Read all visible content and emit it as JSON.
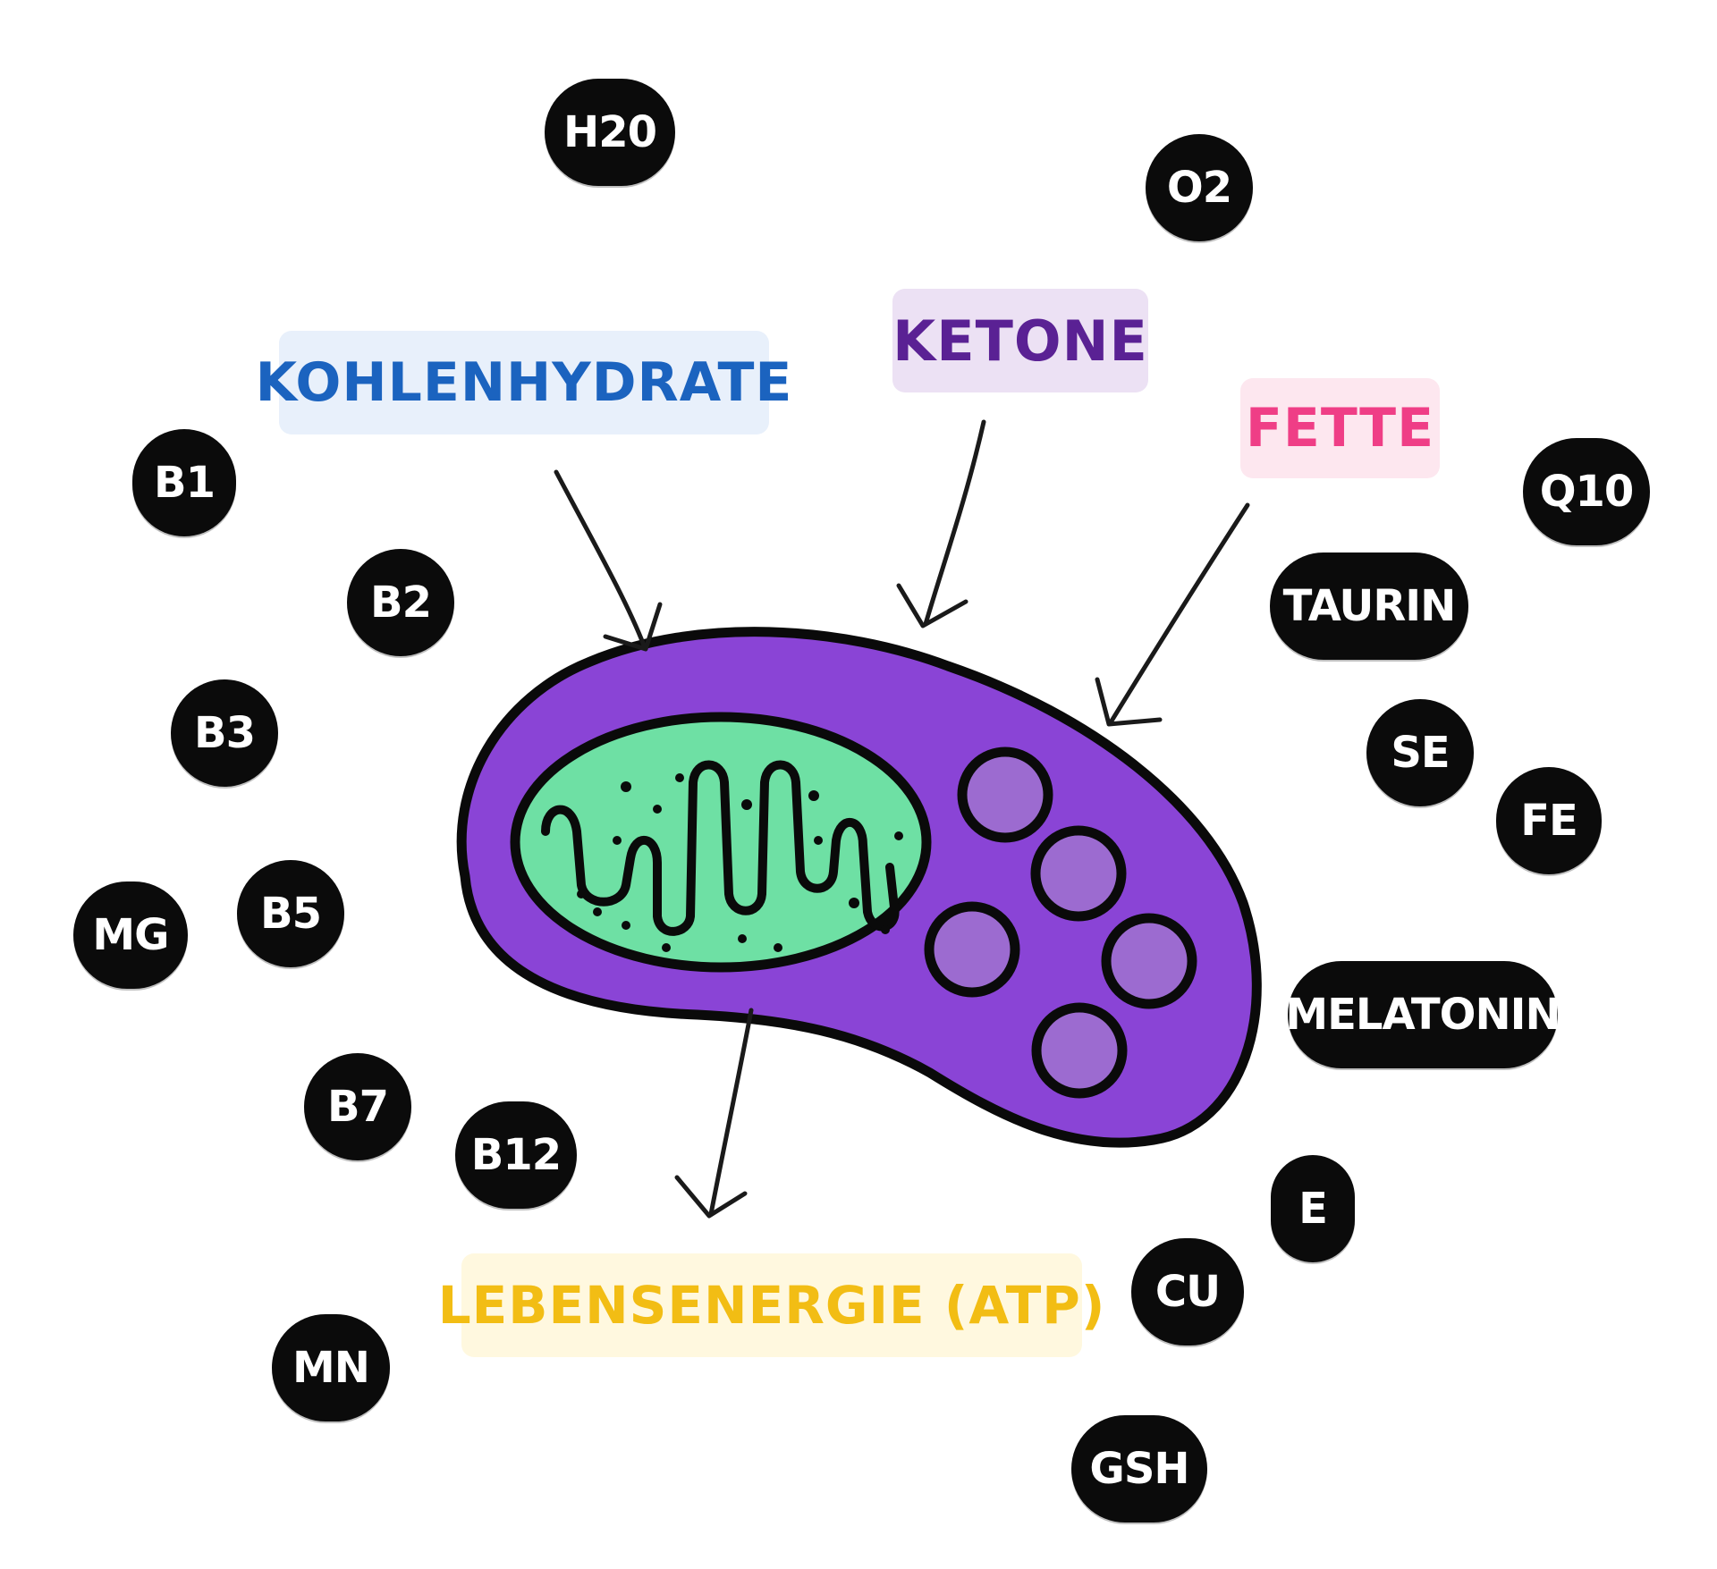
{
  "colors": {
    "mito_outer": "#8a44d6",
    "mito_outline": "#0a0a0a",
    "matrix": "#6ee0a4",
    "granule": "#9c6bd0",
    "kohlenhydrate_bg": "#e8f0fb",
    "kohlenhydrate_fg": "#1b63bf",
    "ketone_bg": "#ece1f4",
    "ketone_fg": "#5a2194",
    "fette_bg": "#fde7ef",
    "fette_fg": "#ef3e86",
    "atp_bg": "#fff8df",
    "atp_fg": "#f2bd14"
  },
  "labels": {
    "kohlenhydrate": "KOHLENHYDRATE",
    "ketone": "KETONE",
    "fette": "FETTE",
    "atp": "LEBENSENERGIE (ATP)"
  },
  "nutrients": {
    "h2o": "H20",
    "o2": "O2",
    "b1": "B1",
    "b2": "B2",
    "b3": "B3",
    "b5": "B5",
    "mg": "MG",
    "b7": "B7",
    "b12": "B12",
    "mn": "MN",
    "q10": "Q10",
    "taurin": "TAURIN",
    "se": "SE",
    "fe": "FE",
    "melatonin": "MELATONIN",
    "e": "E",
    "cu": "CU",
    "gsh": "GSH"
  }
}
